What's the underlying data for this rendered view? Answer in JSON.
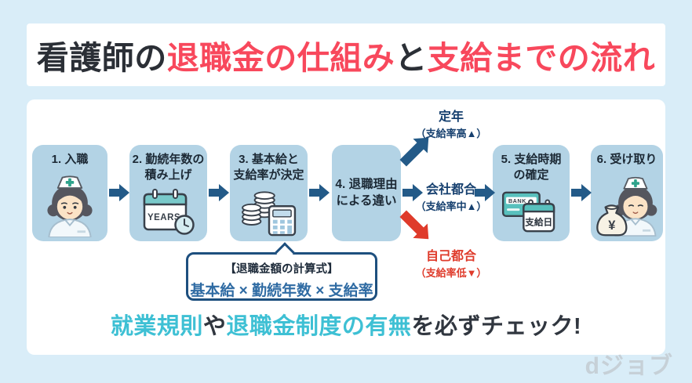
{
  "title": {
    "segments": [
      {
        "text": "看護師の",
        "tone": "dark"
      },
      {
        "text": "退職金の仕組み",
        "tone": "red"
      },
      {
        "text": "と",
        "tone": "dark"
      },
      {
        "text": "支給までの流れ",
        "tone": "red"
      }
    ]
  },
  "flow": {
    "steps": [
      {
        "label": "1. 入職",
        "icon": "nurse-icon"
      },
      {
        "label": "2. 勤続年数の\n積み上げ",
        "icon": "calendar-years-icon",
        "icon_text": "YEARS"
      },
      {
        "label": "3. 基本給と\n支給率が決定",
        "icon": "coins-calculator-icon"
      },
      {
        "label": "4. 退職理由\nによる違い",
        "icon": "none"
      },
      {
        "label": "5. 支給時期\nの確定",
        "icon": "bank-card-calendar-icon",
        "card_text": "BANK",
        "calendar_text": "支給日"
      },
      {
        "label": "6. 受け取り",
        "icon": "nurse-money-bag-icon",
        "money_text": "¥"
      }
    ]
  },
  "branches": [
    {
      "label": "定年",
      "note": "（支給率高▲）",
      "tone": "navy"
    },
    {
      "label": "会社都合",
      "note": "（支給率中▲）",
      "tone": "navy"
    },
    {
      "label": "自己都合",
      "note": "（支給率低▼）",
      "tone": "red"
    }
  ],
  "formula": {
    "heading": "【退職金額の計算式】",
    "expression": "基本給 × 勤続年数 × 支給率"
  },
  "footer_note": {
    "segments": [
      {
        "text": "就業規則",
        "tone": "teal"
      },
      {
        "text": "や",
        "tone": "dark"
      },
      {
        "text": "退職金制度の有無",
        "tone": "teal"
      },
      {
        "text": "を必ずチェック!",
        "tone": "dark"
      }
    ]
  },
  "logo": {
    "text": "dジョブ"
  },
  "colors": {
    "page_bg": "#D9EDF8",
    "panel_bg": "#FFFFFF",
    "box_fill": "#B3D3E5",
    "title_red": "#F8485C",
    "title_dark": "#2B2F36",
    "arrow_navy": "#235A88",
    "branch_navy": "#16406F",
    "alert_red": "#DF3B2B",
    "teal_text": "#3EC0D4",
    "bubble_border": "#1D4F7E",
    "formula_blue": "#2F6BA3"
  }
}
